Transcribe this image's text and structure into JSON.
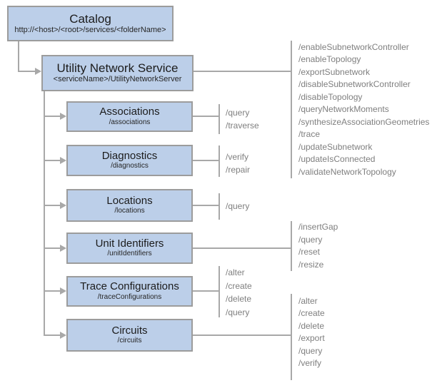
{
  "diagram": {
    "catalog": {
      "title": "Catalog",
      "subtitle": "http://<host>/<root>/services/<folderName>"
    },
    "service": {
      "title": "Utility Network Service",
      "subtitle": "<serviceName>/UtilityNetworkServer",
      "operations": [
        "/enableSubnetworkController",
        "/enableTopology",
        "/exportSubnetwork",
        "/disableSubnetworkController",
        "/disableTopology",
        "/queryNetworkMoments",
        "/synthesizeAssociationGeometries",
        "/trace",
        "/updateSubnetwork",
        "/updateIsConnected",
        "/validateNetworkTopology"
      ]
    },
    "resources": [
      {
        "title": "Associations",
        "subtitle": "/associations",
        "operations": [
          "/query",
          "/traverse"
        ]
      },
      {
        "title": "Diagnostics",
        "subtitle": "/diagnostics",
        "operations": [
          "/verify",
          "/repair"
        ]
      },
      {
        "title": "Locations",
        "subtitle": "/locations",
        "operations": [
          "/query"
        ]
      },
      {
        "title": "Unit Identifiers",
        "subtitle": "/unitIdentifiers",
        "operations": [
          "/insertGap",
          "/query",
          "/reset",
          "/resize"
        ]
      },
      {
        "title": "Trace Configurations",
        "subtitle": "/traceConfigurations",
        "operations": [
          "/alter",
          "/create",
          "/delete",
          "/query"
        ]
      },
      {
        "title": "Circuits",
        "subtitle": "/circuits",
        "operations": [
          "/alter",
          "/create",
          "/delete",
          "/export",
          "/query",
          "/verify"
        ]
      }
    ],
    "colors": {
      "box_fill": "#bccfe9",
      "box_border": "#9c9c9c",
      "connector": "#a8a8a8",
      "title_text": "#1c1c1c",
      "operation_text": "#7f7f7f",
      "background": "#ffffff"
    }
  }
}
